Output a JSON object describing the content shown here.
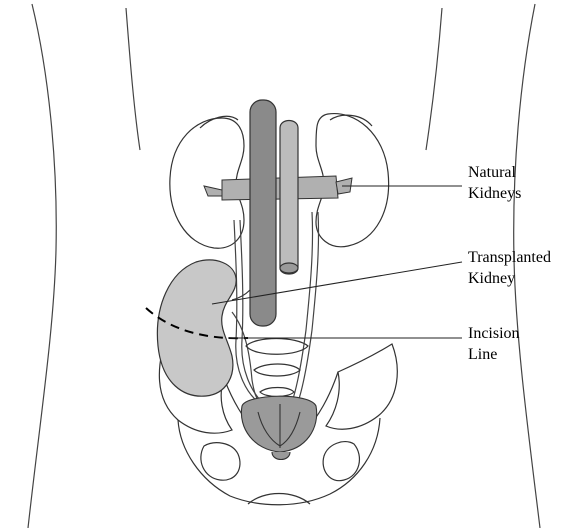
{
  "labels": {
    "natural_kidneys": {
      "line1": "Natural",
      "line2": "Kidneys"
    },
    "transplanted_kidney": {
      "line1": "Transplanted",
      "line2": "Kidney"
    },
    "incision_line": {
      "line1": "Incision",
      "line2": "Line"
    }
  },
  "colors": {
    "outline": "#333333",
    "transplant_fill": "#c8c8c8",
    "vessel_fill": "#8a8a8a",
    "vessel_light": "#bcbcbc",
    "bladder_fill": "#9a9a9a"
  }
}
